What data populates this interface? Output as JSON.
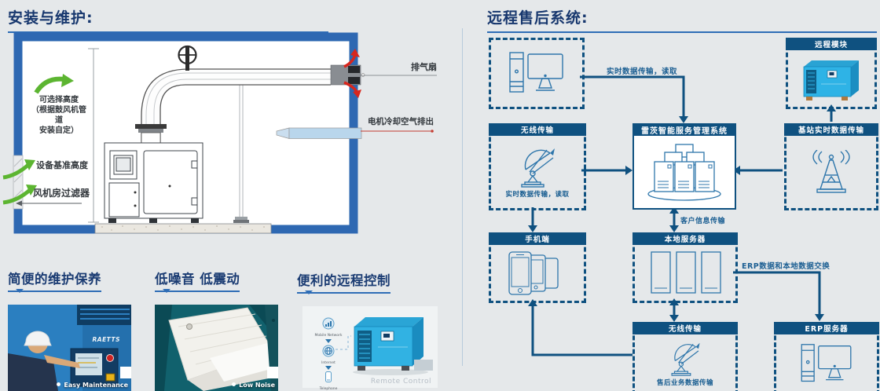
{
  "left": {
    "title": "安装与维护:",
    "room": {
      "adjustable_height_line1": "可选择高度",
      "adjustable_height_line2": "（根据鼓风机管道",
      "adjustable_height_line3": "安装自定）",
      "base_height": "设备基准高度",
      "room_filter": "风机房过滤器",
      "exhaust_fan": "排气扇",
      "motor_cooling": "电机冷却空气排出"
    },
    "features": [
      {
        "title": "简便的维护保养",
        "caption": "Easy Maintenance",
        "brand": "RAETTS"
      },
      {
        "title": "低噪音 低震动",
        "caption": "Low Noise"
      },
      {
        "title": "便利的远程控制",
        "caption": "Remote Control",
        "icons": [
          "Mobile Network",
          "Internet",
          "Telephone"
        ]
      }
    ]
  },
  "right": {
    "title": "远程售后系统:",
    "nodes": {
      "remote_module": "远程模块",
      "wireless_top": "无线传输",
      "wireless_top_caption": "实时数据传输，读取",
      "raetts_system": "雷茨智能服务管理系统",
      "base_station": "基站实时数据传输",
      "mobile": "手机端",
      "local_server": "本地服务器",
      "wireless_bottom": "无线传输",
      "wireless_bottom_caption": "售后业务数据传输",
      "erp_server": "ERP服务器"
    },
    "edges": {
      "realtime_read": "实时数据传输，读取",
      "customer_info": "客户信息传输",
      "erp_exchange": "ERP数据和本地数据交换"
    }
  },
  "colors": {
    "page_bg": "#e5e8ea",
    "title_navy": "#17376e",
    "header_navy": "#0f5180",
    "room_border_blue": "#2e68b2",
    "icon_stroke_blue": "#2e76ab",
    "green_arrow": "#5cb531",
    "red_arrow": "#d7261d",
    "cool_pipe_blue": "#b9d6ec",
    "machine_blue": "#2eb3e6"
  }
}
